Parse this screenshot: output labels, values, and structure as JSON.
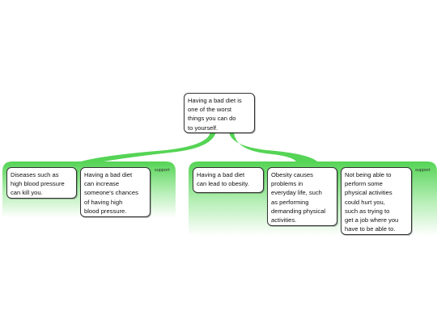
{
  "diagram": {
    "root": "Having a bad diet is\none of the worst\nthings you can do\nto yourself.",
    "left_group": {
      "tag": "support",
      "nodes": [
        "Diseases such as\nhigh blood pressure\ncan kill you.",
        "Having a bad diet\ncan increase\nsomeone's chances\nof having high\nblood pressure."
      ]
    },
    "right_group": {
      "tag": "support",
      "nodes": [
        "Having a bad diet\ncan lead to obesity.",
        "Obesity causes\nproblems in\neveryday life, such\nas performing\ndemanding physical\nactivities.",
        "Not being able to\nperform some\nphysical activities\ncould hurt you,\nsuch as trying to\nget a job where you\nhave to be able to."
      ]
    },
    "colors": {
      "green": "#55d455",
      "green_light": "#b8efb8"
    }
  }
}
